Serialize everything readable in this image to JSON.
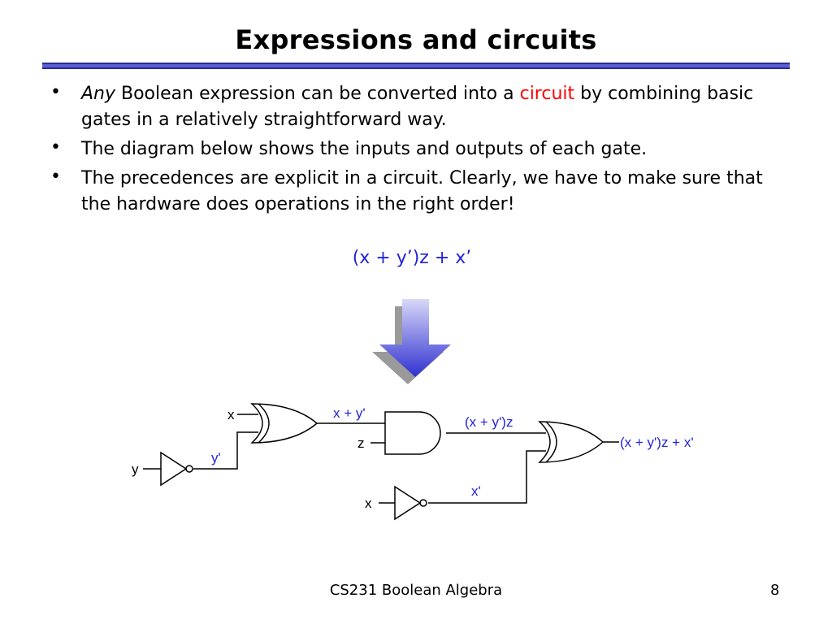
{
  "slide": {
    "title": "Expressions and circuits",
    "bullets": [
      {
        "lead_italic": "Any",
        "pre": " Boolean expression can be converted into a ",
        "highlight": "circuit",
        "post": " by combining basic gates in a relatively straightforward way."
      },
      {
        "text": "The diagram below shows the inputs and outputs of each gate."
      },
      {
        "text": "The precedences are explicit in a circuit. Clearly, we have to make sure that the hardware does operations in the right order!"
      }
    ],
    "expression": "(x + y’)z + x’",
    "bullet_glyph": "•"
  },
  "circuit": {
    "labels": {
      "x_top": "x",
      "y_in": "y",
      "y_prime": "y'",
      "or1_out": "x + y'",
      "z_in": "z",
      "and_out": "(x + y')z",
      "x_bottom": "x",
      "x_prime": "x'",
      "final_out": "(x + y')z + x'"
    },
    "colors": {
      "label_blue": "#2323d8",
      "arrow": "#3a3ad6",
      "wire": "#000000"
    }
  },
  "footer": {
    "course": "CS231 Boolean Algebra",
    "page": "8"
  }
}
